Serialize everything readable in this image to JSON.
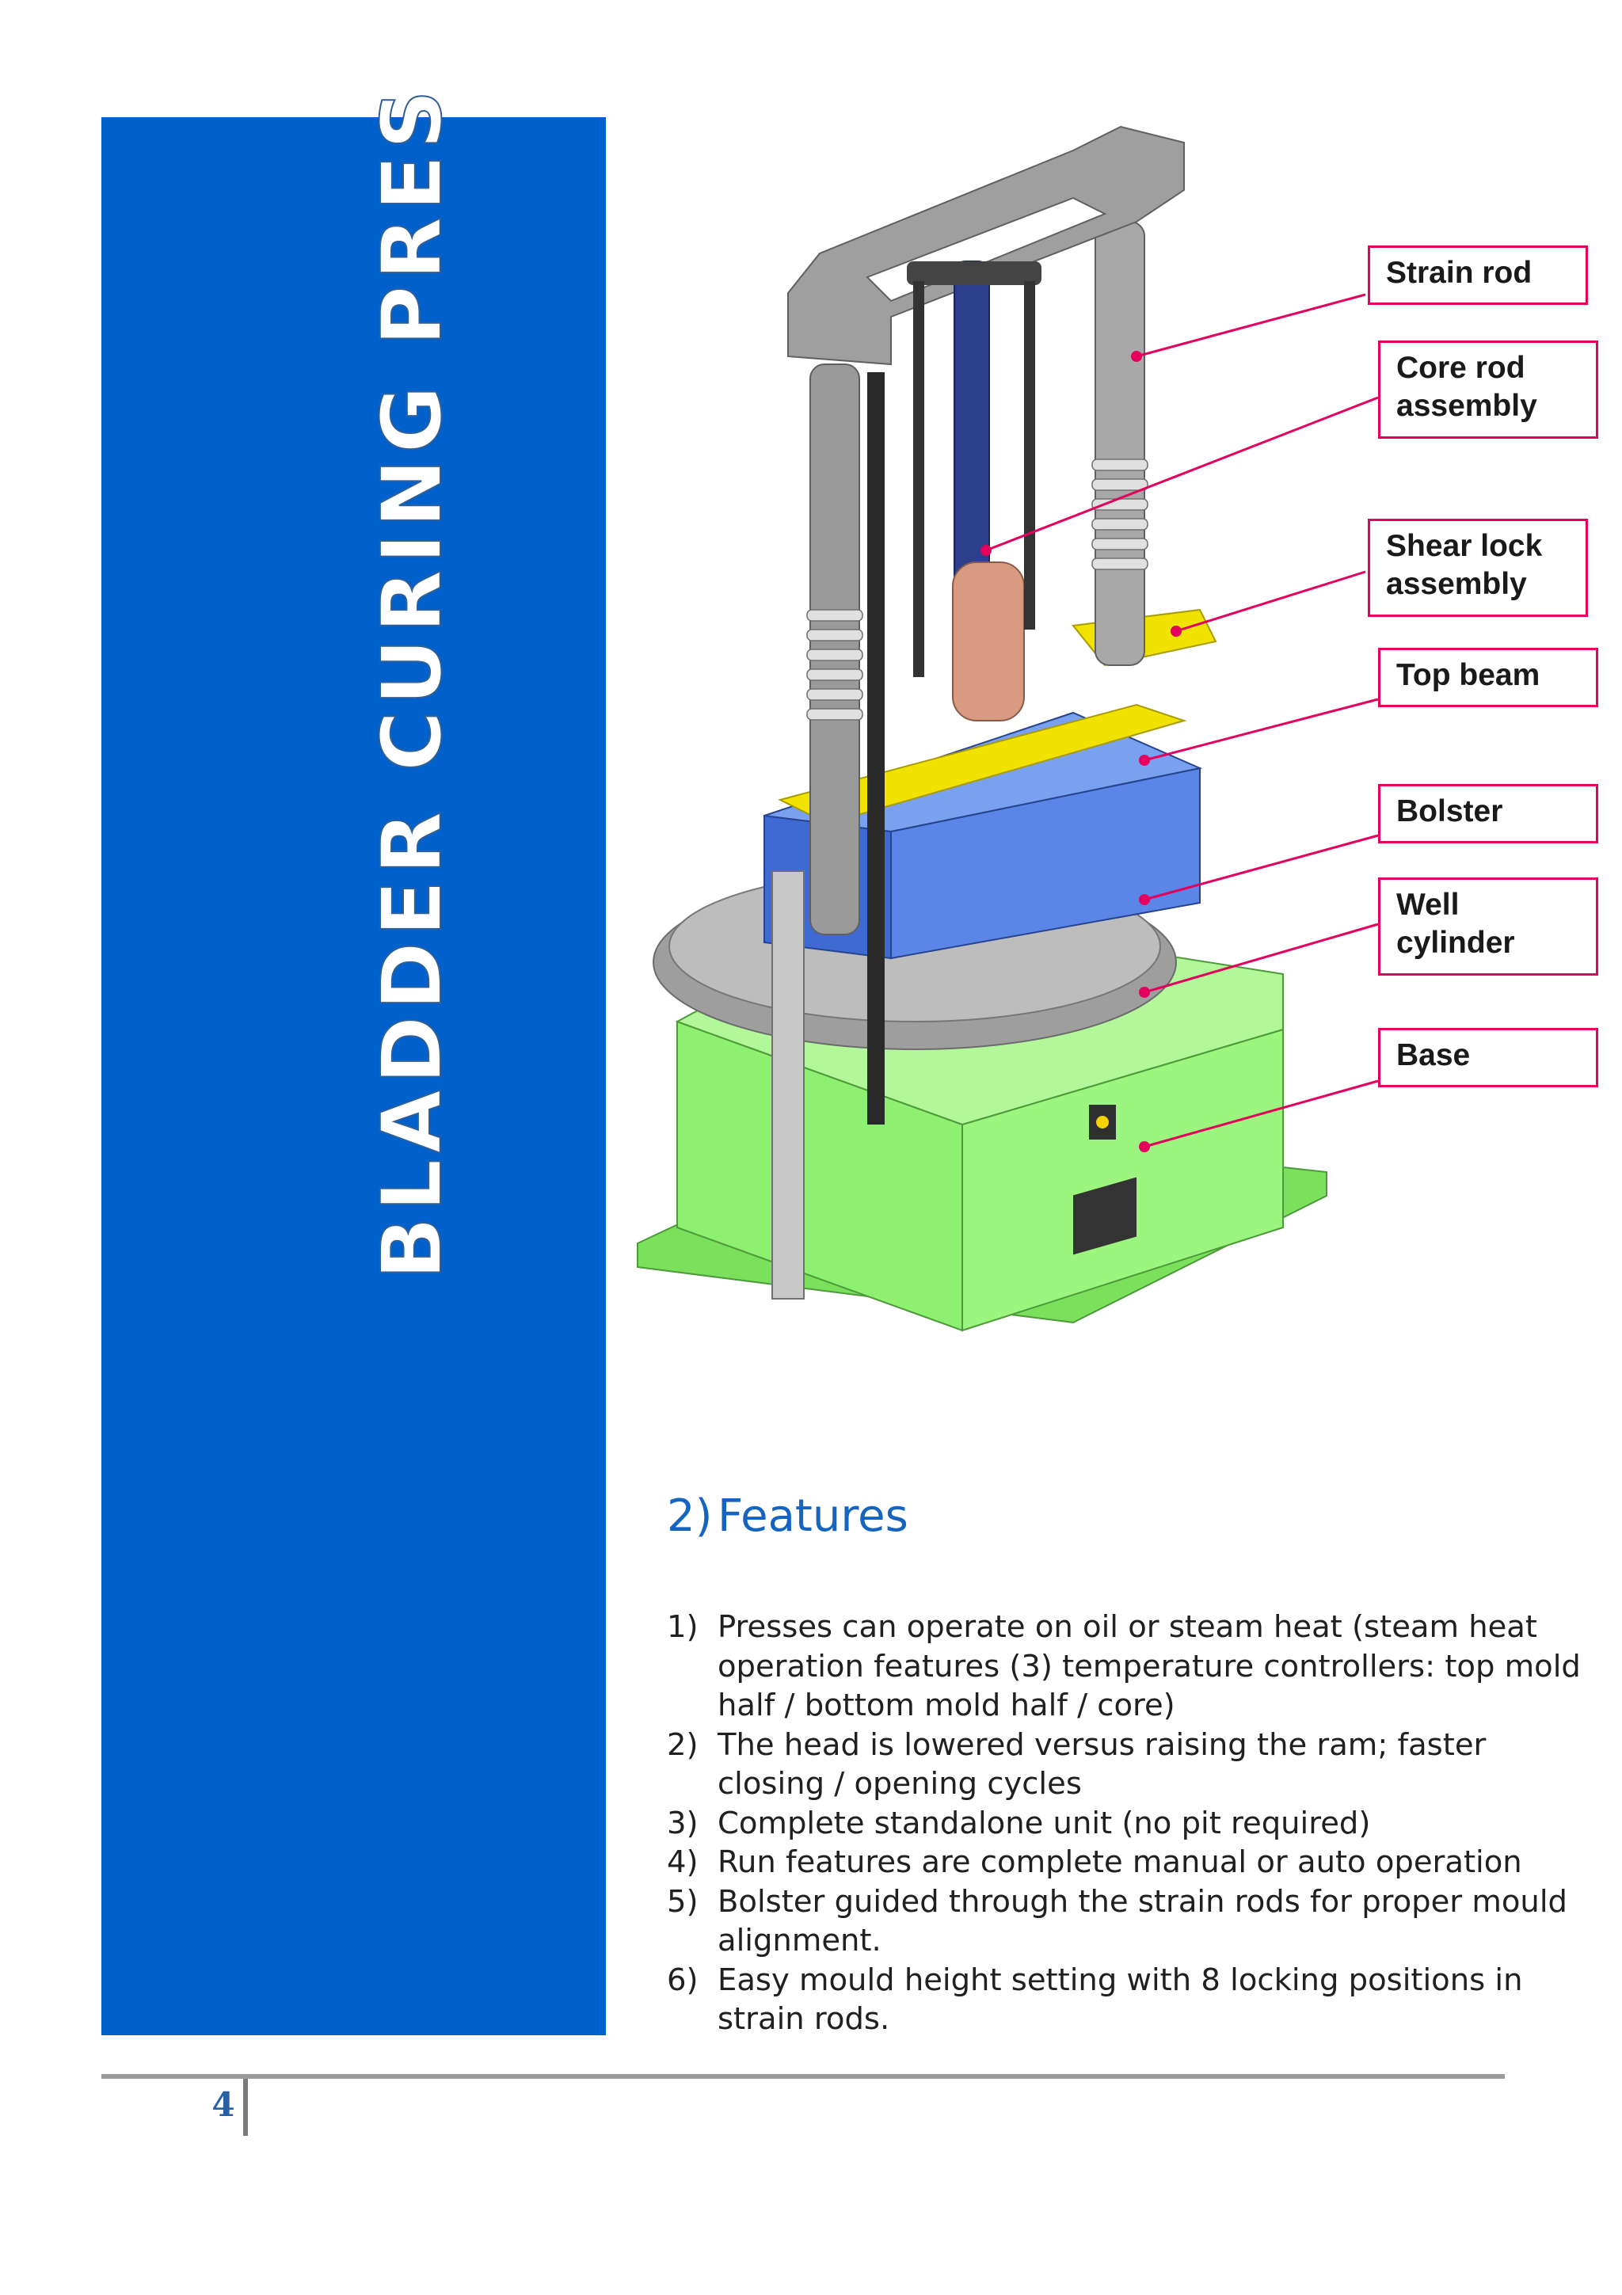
{
  "document": {
    "side_title": "BLADDER CURING PRES",
    "page_number": "4"
  },
  "figure": {
    "callouts": [
      {
        "id": "strain-rod",
        "text": "Strain rod"
      },
      {
        "id": "core-rod-assembly",
        "text": "Core rod\nassembly"
      },
      {
        "id": "shear-lock-assembly",
        "text": "Shear lock\nassembly"
      },
      {
        "id": "top-beam",
        "text": "Top beam"
      },
      {
        "id": "bolster",
        "text": "Bolster"
      },
      {
        "id": "well-cylinder",
        "text": "Well\ncylinder"
      },
      {
        "id": "base",
        "text": "Base"
      }
    ]
  },
  "features": {
    "number": "2)",
    "heading": "Features",
    "items": [
      {
        "marker": "1)",
        "text": "Presses can operate on oil or steam heat (steam heat operation features (3) temperature controllers: top mold half / bottom mold half / core)"
      },
      {
        "marker": "2)",
        "text": "The head is lowered versus raising the ram; faster closing / opening cycles"
      },
      {
        "marker": "3)",
        "text": "Complete standalone unit (no pit required)"
      },
      {
        "marker": "4)",
        "text": "Run features are complete manual or auto operation"
      },
      {
        "marker": "5)",
        "text": "Bolster guided through the strain rods for proper mould alignment."
      },
      {
        "marker": "6)",
        "text": "Easy mould height setting with 8 locking positions in strain rods."
      }
    ]
  },
  "colors": {
    "band_blue": "#0061cc",
    "callout_border": "#e4005c",
    "heading_blue": "#1565c0",
    "base_green": "#8ef070",
    "top_beam_blue": "#4a78e0",
    "frame_gray": "#a9a9a9",
    "shear_lock_yellow": "#f2e200"
  }
}
